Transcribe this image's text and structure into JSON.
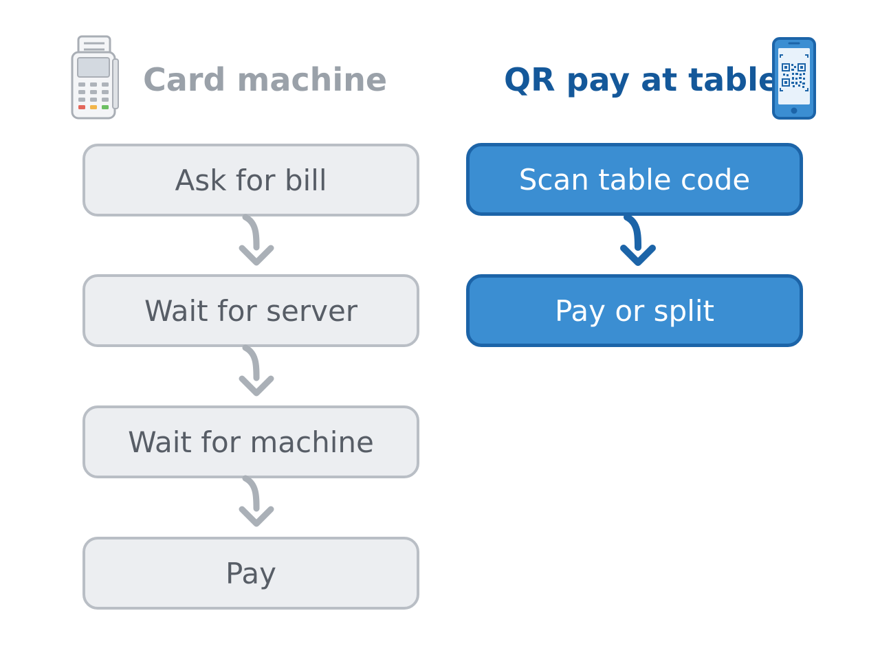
{
  "left_column": {
    "title": "Card machine",
    "icon": "card-terminal-icon",
    "steps": [
      "Ask for bill",
      "Wait for server",
      "Wait for machine",
      "Pay"
    ]
  },
  "right_column": {
    "title": "QR pay at table",
    "icon": "phone-qr-icon",
    "steps": [
      "Scan table code",
      "Pay or split"
    ]
  },
  "colors": {
    "left_fill": "#eceef1",
    "left_border": "#b9bec5",
    "left_text": "#575d66",
    "left_title": "#9aa1a9",
    "right_fill": "#3b8ed2",
    "right_border": "#1c64a8",
    "right_title": "#14589a"
  }
}
